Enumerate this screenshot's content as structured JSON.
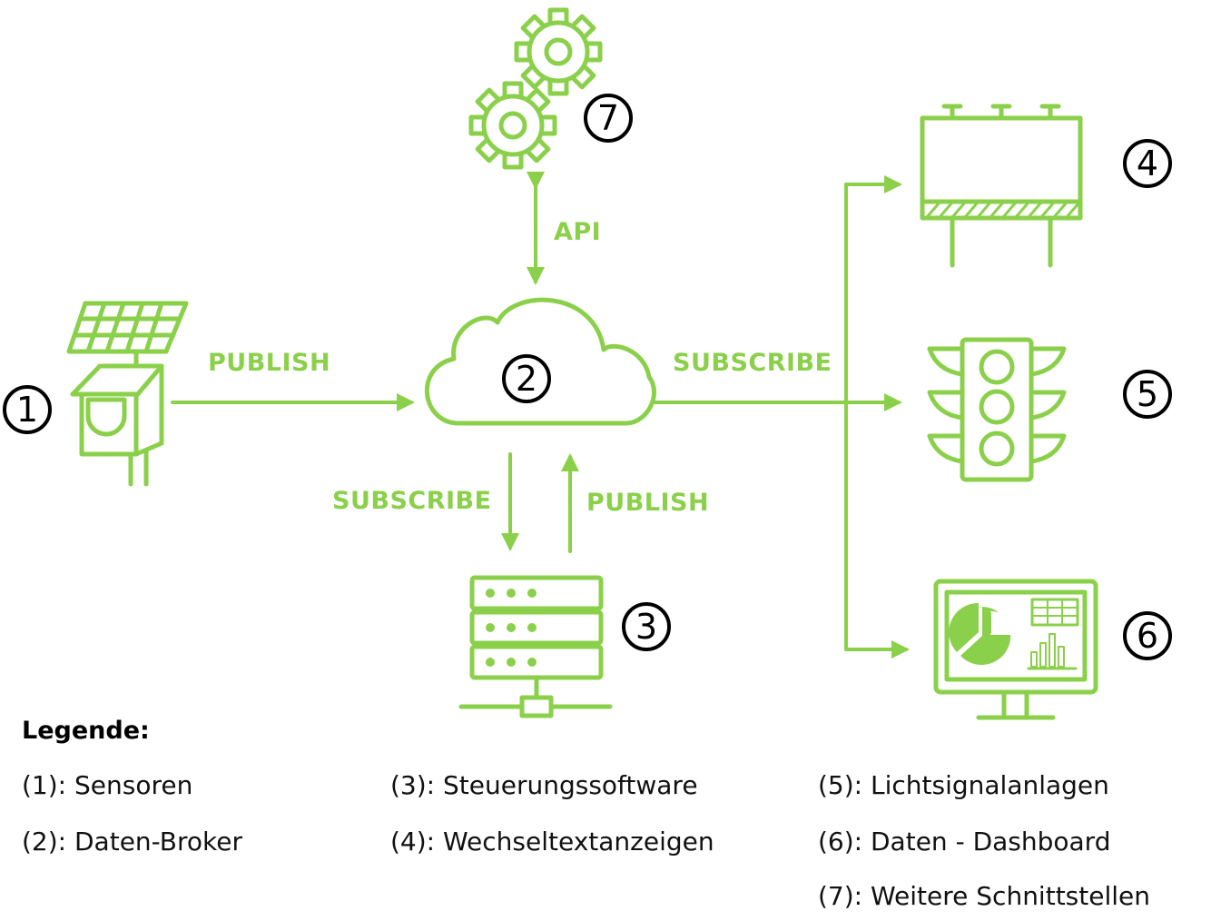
{
  "colors": {
    "accent": "#8bd04a",
    "text": "#000000"
  },
  "nodes": [
    {
      "id": "1",
      "icon": "solar-sensor-icon"
    },
    {
      "id": "2",
      "icon": "cloud-icon"
    },
    {
      "id": "3",
      "icon": "server-icon"
    },
    {
      "id": "4",
      "icon": "billboard-icon"
    },
    {
      "id": "5",
      "icon": "traffic-light-icon"
    },
    {
      "id": "6",
      "icon": "dashboard-monitor-icon"
    },
    {
      "id": "7",
      "icon": "gears-icon"
    }
  ],
  "edges": {
    "sensor_publish": "PUBLISH",
    "api": "API",
    "broker_subscribe": "SUBSCRIBE",
    "control_subscribe": "SUBSCRIBE",
    "control_publish": "PUBLISH"
  },
  "legend": {
    "title": "Legende:",
    "items": [
      "(1): Sensoren",
      "(2): Daten-Broker",
      "(3): Steuerungssoftware",
      "(4): Wechseltextanzeigen",
      "(5): Lichtsignalanlagen",
      "(6): Daten - Dashboard",
      "(7): Weitere Schnittstellen"
    ]
  }
}
